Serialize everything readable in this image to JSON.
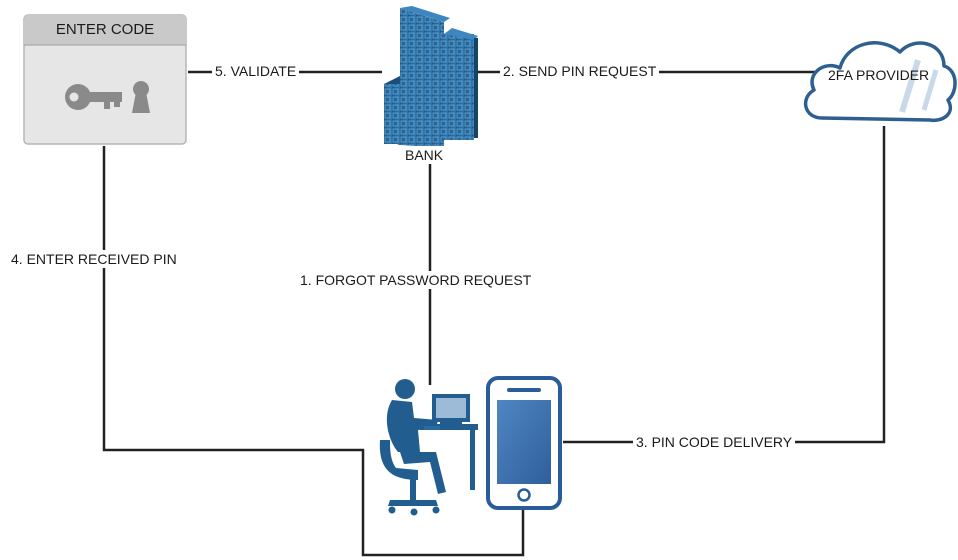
{
  "enter_code_box": {
    "title": "ENTER CODE"
  },
  "bank": {
    "label": "BANK"
  },
  "provider": {
    "label": "2FA PROVIDER"
  },
  "steps": {
    "validate": "5. VALIDATE",
    "send_pin_request": "2. SEND PIN REQUEST",
    "enter_received_pin": "4. ENTER RECEIVED PIN",
    "forgot_password_request": "1. FORGOT PASSWORD REQUEST",
    "pin_code_delivery": "3. PIN CODE DELIVERY"
  },
  "icons": {
    "code_box": "key-keyhole-icon",
    "bank": "office-building-icon",
    "provider": "cloud-icon",
    "user": "person-at-computer-icon",
    "phone": "smartphone-icon"
  },
  "colors": {
    "blue": "#215e8f",
    "line": "#222222",
    "box_header": "#c9c9c9",
    "box_body": "#e6e6e6",
    "icon_gray": "#8a8a8a"
  }
}
